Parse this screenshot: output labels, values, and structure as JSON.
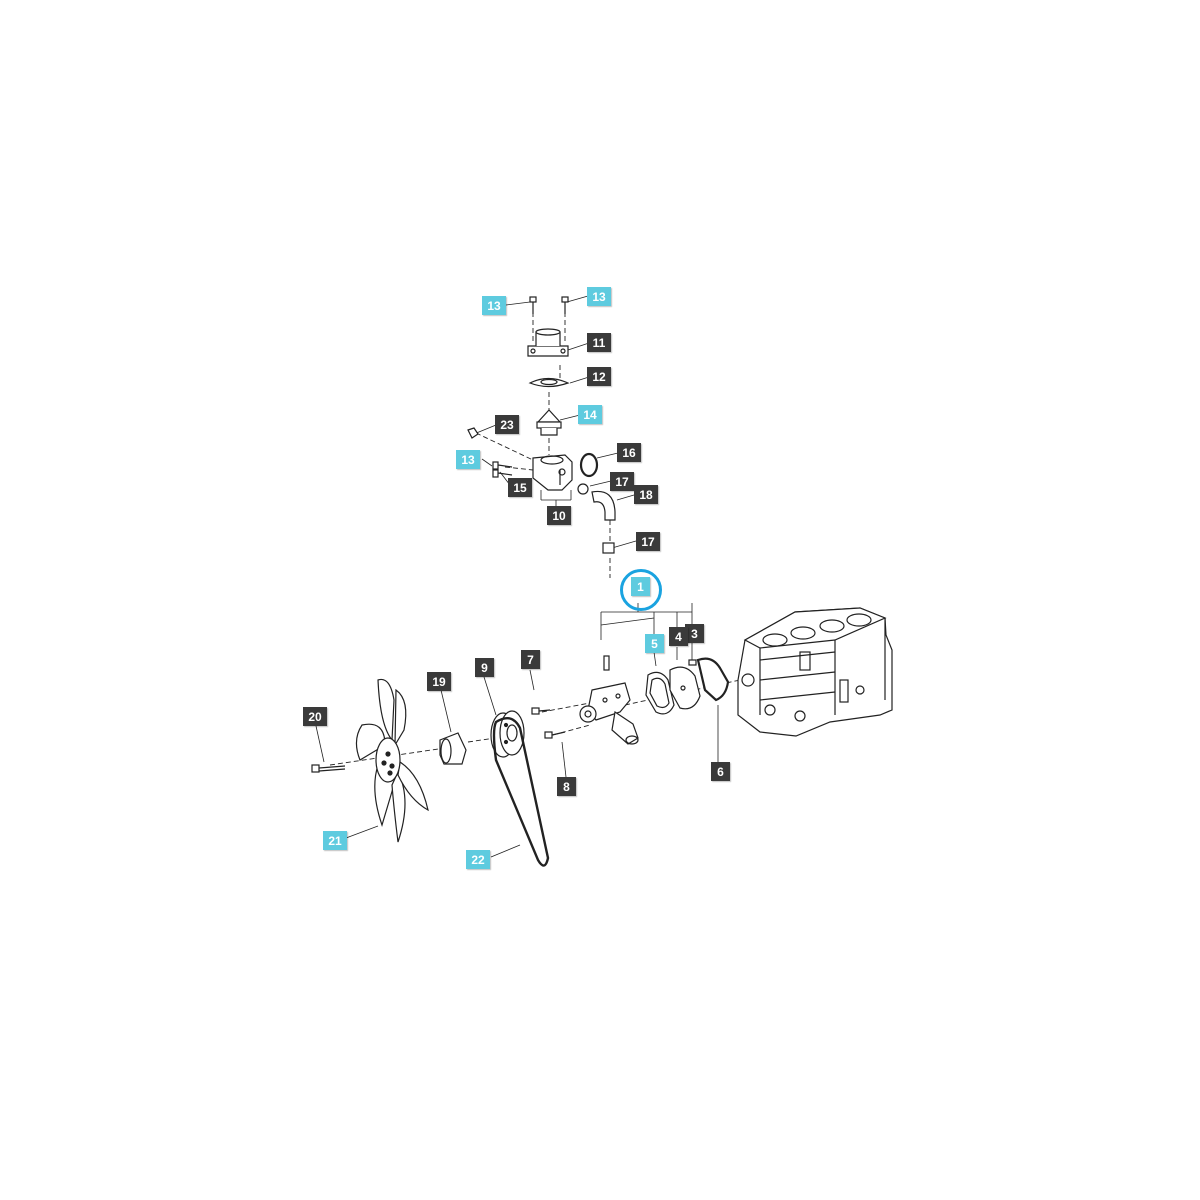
{
  "diagram": {
    "highlight_color": "#1aa3e0",
    "label_dark_color": "#3a3a3a",
    "label_highlight_color": "#5ecbdf",
    "labels": {
      "l1": "1",
      "l3": "3",
      "l4": "4",
      "l5": "5",
      "l6": "6",
      "l7": "7",
      "l8": "8",
      "l9": "9",
      "l10": "10",
      "l11": "11",
      "l12": "12",
      "l13a": "13",
      "l13b": "13",
      "l13c": "13",
      "l14": "14",
      "l15": "15",
      "l16": "16",
      "l17a": "17",
      "l17b": "17",
      "l18": "18",
      "l19": "19",
      "l20": "20",
      "l21": "21",
      "l22": "22",
      "l23": "23"
    }
  }
}
